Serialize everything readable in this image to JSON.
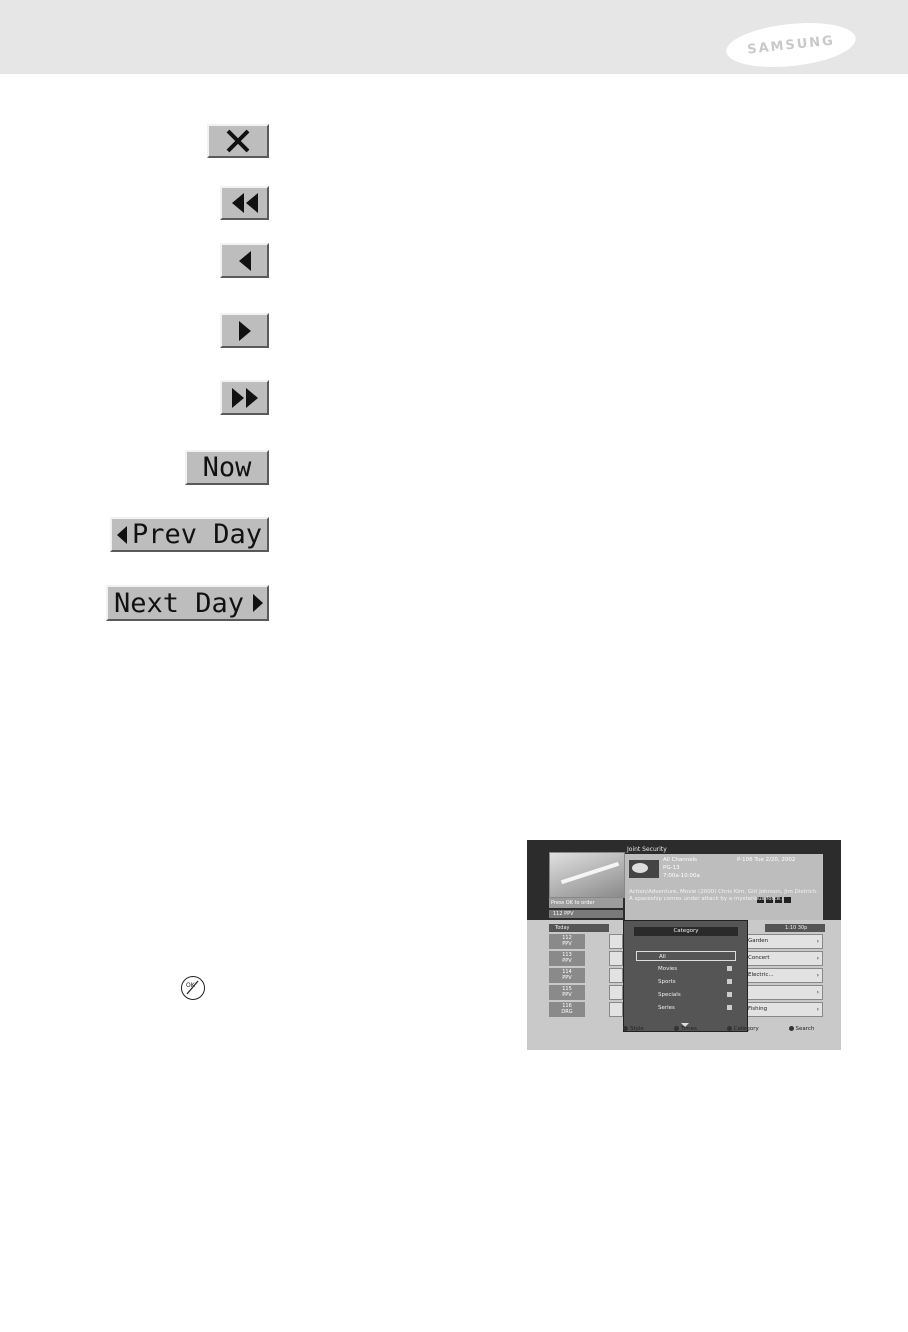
{
  "header": {
    "brand": "SAMSUNG"
  },
  "buttons": {
    "close": {
      "icon": "close-x-icon"
    },
    "rewind": {
      "icon": "double-left-arrow-icon"
    },
    "previous": {
      "icon": "left-arrow-icon"
    },
    "next": {
      "icon": "right-arrow-icon"
    },
    "fast_forward": {
      "icon": "double-right-arrow-icon"
    },
    "now": {
      "label": "Now"
    },
    "prev_day": {
      "label": "Prev Day",
      "icon": "left-triangle-icon"
    },
    "next_day": {
      "label": "Next Day",
      "icon": "right-triangle-icon"
    }
  },
  "remote_icon": {
    "icon": "ok-remote-button-icon",
    "label": "OK"
  },
  "tv_screen": {
    "program_title": "Joint Security",
    "channel_info": "All Channels",
    "date": "P-106 Tue 2/20, 2002",
    "rating": "PG-13",
    "time": "7:00a-10:00a",
    "description": "Action/Adventure, Movie (2000) Chris Kim, Girl Johnson, Jim Dietrich. A spaceship comes under attack by a mysterious force.",
    "order_prompt": "Press OK to order",
    "channel_bar": "112  PPV",
    "grid_head_left": "Today",
    "grid_head_right": "1:10 30p",
    "channels": [
      {
        "num": "112",
        "tag": "PPV"
      },
      {
        "num": "113",
        "tag": "PPV"
      },
      {
        "num": "114",
        "tag": "PPV"
      },
      {
        "num": "115",
        "tag": "PPV"
      },
      {
        "num": "116",
        "tag": "DRG"
      }
    ],
    "right_cells": [
      "Garden",
      "Concert",
      "Electric...",
      "",
      "Fishing"
    ],
    "popup": {
      "title": "Category",
      "options": [
        "All",
        "Movies",
        "Sports",
        "Specials",
        "Series"
      ]
    },
    "footer": [
      "Style",
      "Times",
      "Category",
      "Search"
    ]
  },
  "colors": {
    "header_bg": "#e6e6e6",
    "button_face": "#bdbdbd",
    "tv_dark": "#2c2c2c"
  }
}
